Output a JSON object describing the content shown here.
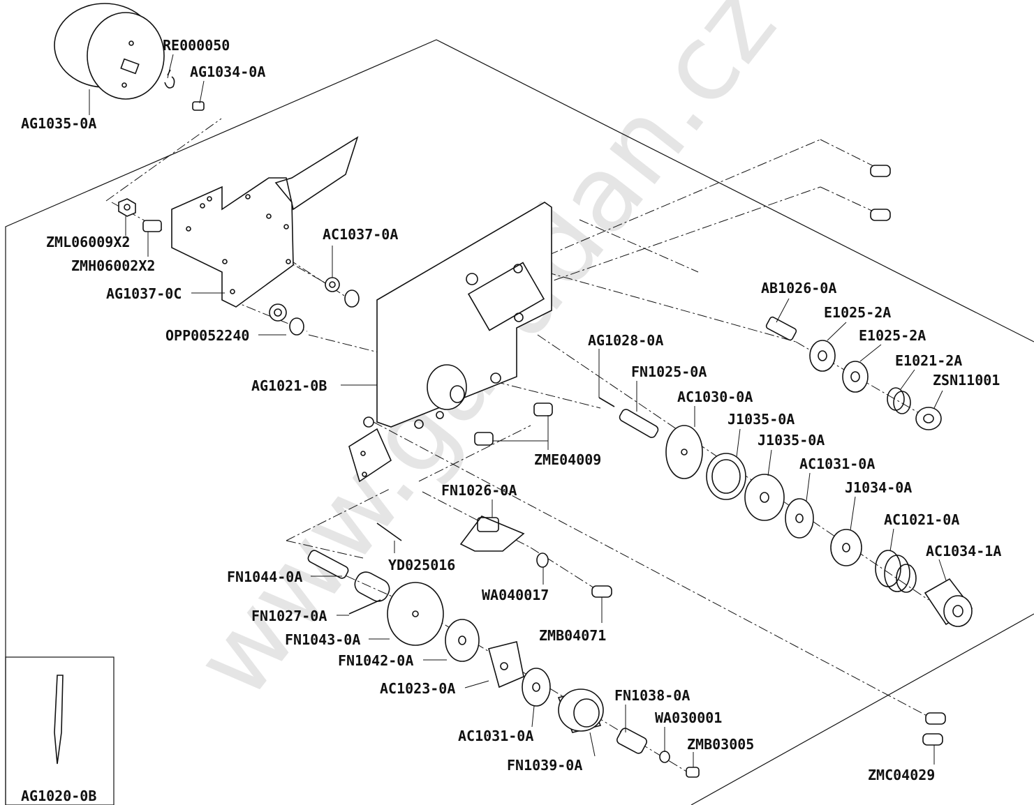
{
  "watermark": "www.garudan.cz",
  "labels": {
    "re000050": "RE000050",
    "ag1034": "AG1034-0A",
    "ag1035": "AG1035-0A",
    "zml06009": "ZML06009X2",
    "zmh06002": "ZMH06002X2",
    "ac1037": "AC1037-0A",
    "ag1037": "AG1037-0C",
    "opp0052240": "OPP0052240",
    "ag1021": "AG1021-0B",
    "ab1026": "AB1026-0A",
    "e1025a": "E1025-2A",
    "e1025b": "E1025-2A",
    "e1021": "E1021-2A",
    "zsn11001": "ZSN11001",
    "ag1028": "AG1028-0A",
    "fn1025": "FN1025-0A",
    "ac1030": "AC1030-0A",
    "j1035a": "J1035-0A",
    "j1035b": "J1035-0A",
    "ac1031a": "AC1031-0A",
    "j1034": "J1034-0A",
    "ac1021": "AC1021-0A",
    "ac1034": "AC1034-1A",
    "zme04009": "ZME04009",
    "fn1026": "FN1026-0A",
    "yd025016": "YD025016",
    "fn1044": "FN1044-0A",
    "wa040017": "WA040017",
    "zmb04071": "ZMB04071",
    "fn1027": "FN1027-0A",
    "fn1043": "FN1043-0A",
    "fn1042": "FN1042-0A",
    "ac1023": "AC1023-0A",
    "fn1038": "FN1038-0A",
    "wa030001": "WA030001",
    "zmb03005": "ZMB03005",
    "ac1031b": "AC1031-0A",
    "fn1039": "FN1039-0A",
    "zmc04029": "ZMC04029",
    "ag1020": "AG1020-0B"
  }
}
